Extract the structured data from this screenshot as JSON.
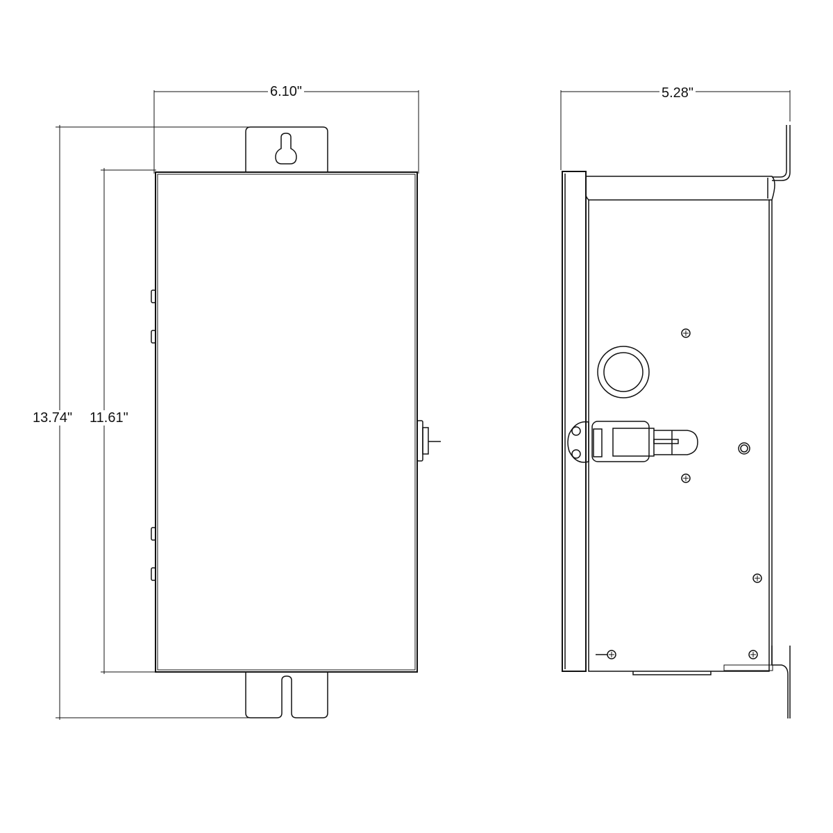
{
  "dimensions": {
    "front_width": "6.10\"",
    "side_depth": "5.28\"",
    "overall_height": "13.74\"",
    "box_height": "11.61\""
  }
}
